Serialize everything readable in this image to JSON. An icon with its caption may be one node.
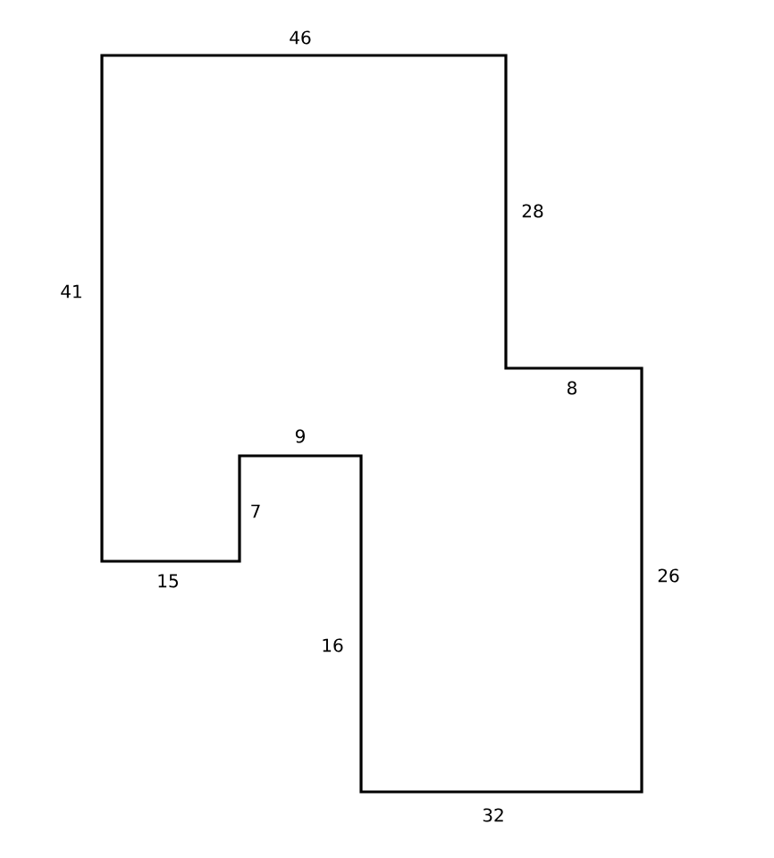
{
  "diagram": {
    "labels": [
      "46",
      "28",
      "41",
      "8",
      "9",
      "7",
      "26",
      "15",
      "16",
      "32"
    ]
  }
}
